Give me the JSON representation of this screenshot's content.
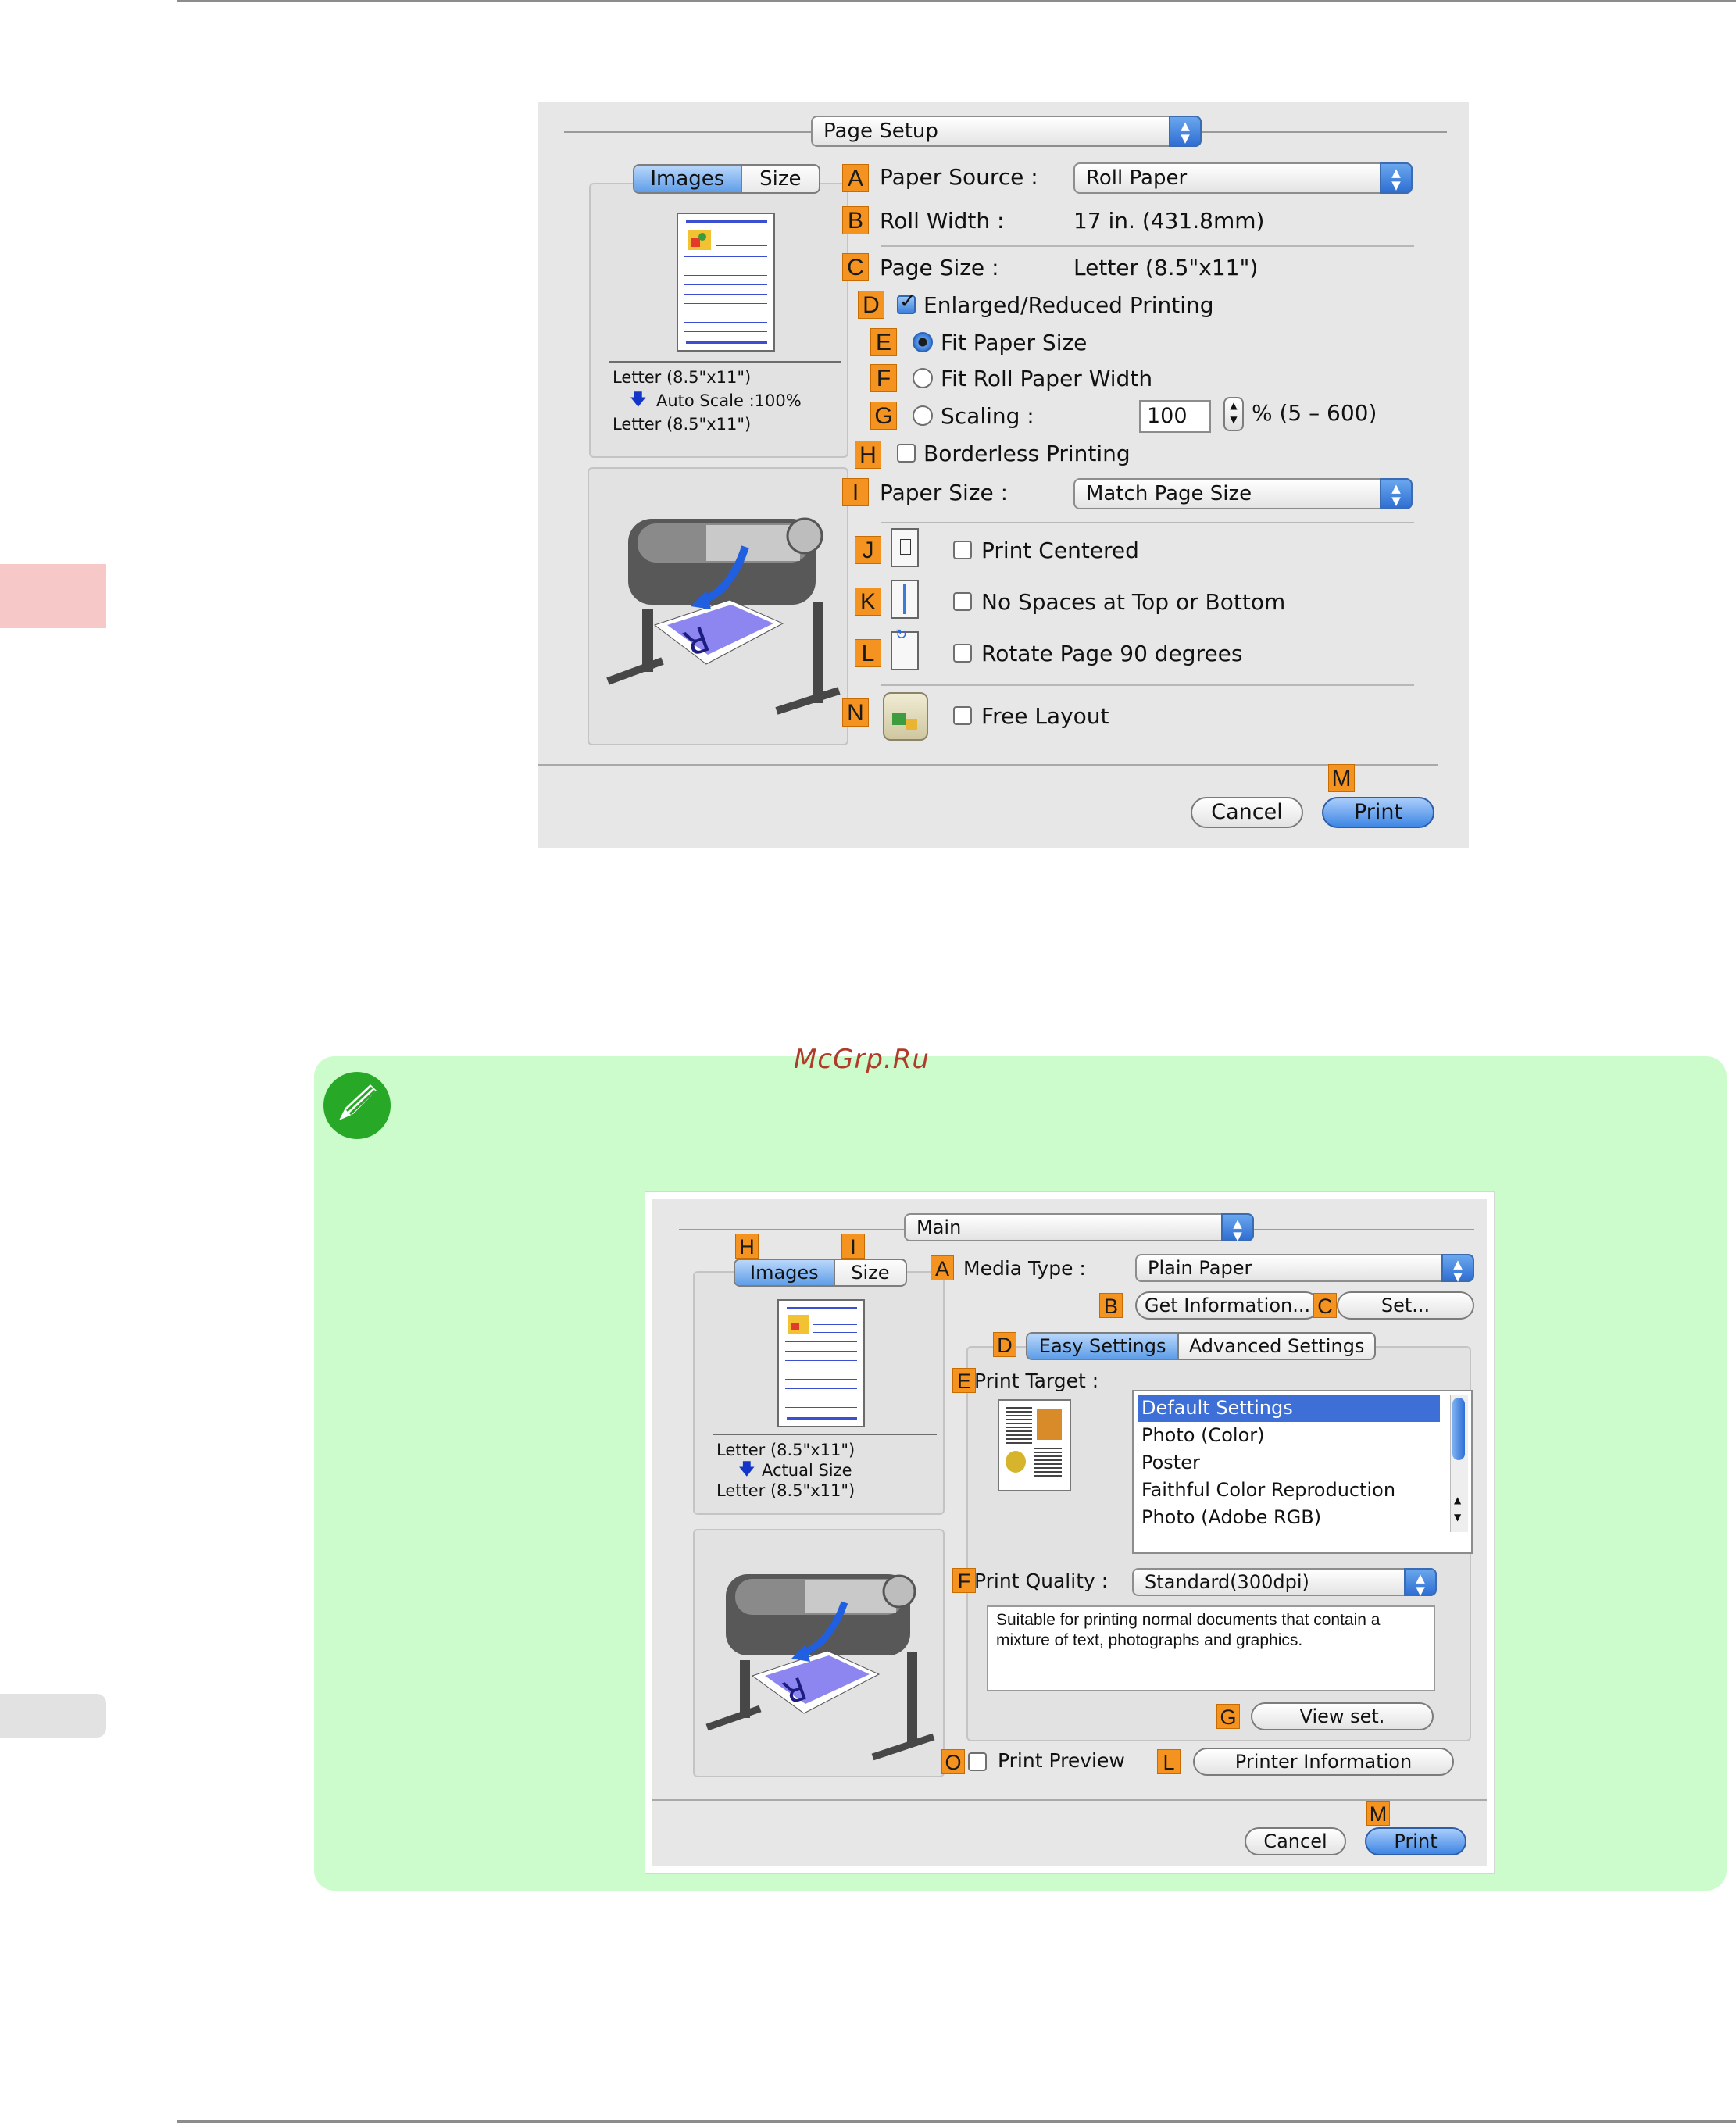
{
  "watermark": "McGrp.Ru",
  "dialog1": {
    "menu": "Page Setup",
    "tabs": [
      "Images",
      "Size"
    ],
    "badges": {
      "A": "A",
      "B": "B",
      "C": "C",
      "D": "D",
      "E": "E",
      "F": "F",
      "G": "G",
      "H": "H",
      "I": "I",
      "J": "J",
      "K": "K",
      "L": "L",
      "N": "N",
      "M": "M"
    },
    "paper_source_label": "Paper Source :",
    "paper_source_value": "Roll Paper",
    "roll_width_label": "Roll Width :",
    "roll_width_value": "17 in. (431.8mm)",
    "page_size_label": "Page Size :",
    "page_size_value": "Letter (8.5\"x11\")",
    "enlarged": "Enlarged/Reduced Printing",
    "fit_paper": "Fit Paper Size",
    "fit_roll": "Fit Roll Paper Width",
    "scaling": "Scaling :",
    "scaling_value": "100",
    "scaling_range": "% (5 – 600)",
    "borderless": "Borderless Printing",
    "paper_size_label": "Paper Size :",
    "paper_size_value": "Match Page Size",
    "print_centered": "Print Centered",
    "no_spaces": "No Spaces at Top or Bottom",
    "rotate": "Rotate Page 90 degrees",
    "free_layout": "Free Layout",
    "preview_line1": "Letter (8.5\"x11\")",
    "preview_line2": "Auto Scale :100%",
    "preview_line3": "Letter (8.5\"x11\")",
    "cancel": "Cancel",
    "print": "Print"
  },
  "dialog2": {
    "menu": "Main",
    "tabs": [
      "Images",
      "Size"
    ],
    "badges": {
      "H": "H",
      "I": "I",
      "A": "A",
      "B": "B",
      "C": "C",
      "D": "D",
      "E": "E",
      "F": "F",
      "G": "G",
      "O": "O",
      "L": "L",
      "M": "M"
    },
    "media_type_label": "Media Type :",
    "media_type_value": "Plain Paper",
    "get_info": "Get Information...",
    "set": "Set...",
    "settings_tabs": [
      "Easy Settings",
      "Advanced Settings"
    ],
    "print_target_label": "Print Target :",
    "targets": [
      "Default Settings",
      "Photo (Color)",
      "Poster",
      "Faithful Color Reproduction",
      "Photo (Adobe RGB)"
    ],
    "print_quality_label": "Print Quality :",
    "print_quality_value": "Standard(300dpi)",
    "description": "Suitable for printing normal documents that contain a mixture of text, photographs and graphics.",
    "view_set": "View set.",
    "print_preview": "Print Preview",
    "printer_info": "Printer Information",
    "preview_line1": "Letter (8.5\"x11\")",
    "preview_line2": "Actual Size",
    "preview_line3": "Letter (8.5\"x11\")",
    "cancel": "Cancel",
    "print": "Print"
  }
}
